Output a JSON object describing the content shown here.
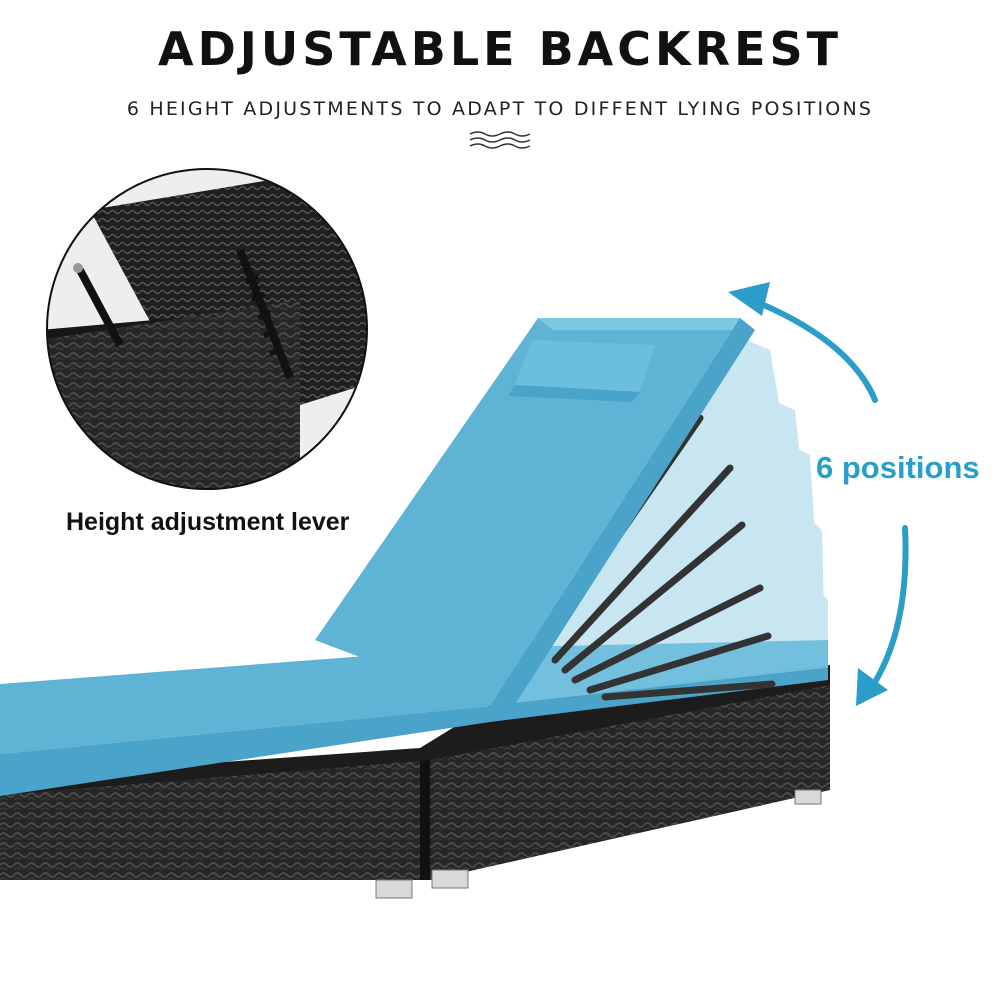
{
  "header": {
    "title": "ADJUSTABLE BACKREST",
    "subtitle": "6 HEIGHT ADJUSTMENTS TO ADAPT TO DIFFENT LYING POSITIONS"
  },
  "inset": {
    "caption": "Height adjustment lever"
  },
  "callout": {
    "positions_label": "6 positions",
    "position_count": 6
  },
  "colors": {
    "cushion": "#5fb4d6",
    "accent_arrow": "#2a9ec8",
    "rattan": "#2b2b2b"
  }
}
